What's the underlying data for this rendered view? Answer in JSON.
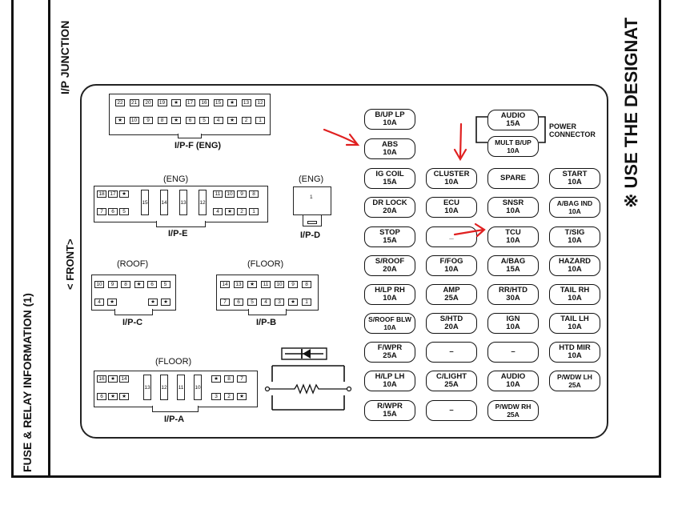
{
  "side_titles": {
    "fuse_relay_info": "FUSE & RELAY INFORMATION (1)",
    "ip_junction": "I/P JUNCTION",
    "front": "< FRONT>",
    "designation": "※ USE THE DESIGNAT"
  },
  "connectors": {
    "ipf": {
      "name": "I/P-F (ENG)",
      "row1": [
        "22",
        "21",
        "20",
        "19",
        "★",
        "17",
        "16",
        "15",
        "★",
        "13",
        "12"
      ],
      "row2": [
        "★",
        "10",
        "9",
        "8",
        "★",
        "6",
        "5",
        "4",
        "★",
        "2",
        "1"
      ]
    },
    "ipe": {
      "label": "(ENG)",
      "name": "I/P-E",
      "tl": [
        "18",
        "17",
        "★"
      ],
      "bl": [
        "7",
        "6",
        "5"
      ],
      "tall": [
        "15",
        "14",
        "13",
        "12"
      ],
      "tr": [
        "11",
        "10",
        "9",
        "8"
      ],
      "br": [
        "4",
        "★",
        "2",
        "1"
      ]
    },
    "ipd": {
      "label": "(ENG)",
      "name": "I/P-D",
      "pin": "1"
    },
    "ipc": {
      "label": "(ROOF)",
      "name": "I/P-C",
      "row1": [
        "10",
        "9",
        "8",
        "★",
        "6",
        "5"
      ],
      "row2l": [
        "4",
        "★"
      ],
      "row2r": [
        "★",
        "★"
      ]
    },
    "ipb": {
      "label": "(FLOOR)",
      "name": "I/P-B",
      "row1": [
        "14",
        "13",
        "★",
        "11",
        "10",
        "9",
        "8"
      ],
      "row2": [
        "7",
        "6",
        "5",
        "4",
        "3",
        "★",
        "1"
      ]
    },
    "ipa": {
      "label": "(FLOOR)",
      "name": "I/P-A",
      "tl": [
        "16",
        "★",
        "14"
      ],
      "bl": [
        "6",
        "★",
        "★"
      ],
      "tall": [
        "13",
        "12",
        "11",
        "10"
      ],
      "tr": [
        "★",
        "8",
        "7"
      ],
      "br": [
        "3",
        "2",
        "★"
      ]
    }
  },
  "fuses": [
    {
      "id": "bup",
      "l1": "B/UP LP",
      "l2": "10A"
    },
    {
      "id": "abs",
      "l1": "ABS",
      "l2": "10A"
    },
    {
      "id": "audio",
      "l1": "AUDIO",
      "l2": "15A"
    },
    {
      "id": "multbup",
      "l1": "MULT B/UP",
      "l2": "10A"
    },
    {
      "id": "igcoil",
      "l1": "IG COIL",
      "l2": "15A"
    },
    {
      "id": "cluster",
      "l1": "CLUSTER",
      "l2": "10A"
    },
    {
      "id": "spare",
      "l1": "SPARE",
      "l2": ""
    },
    {
      "id": "start",
      "l1": "START",
      "l2": "10A"
    },
    {
      "id": "drlock",
      "l1": "DR LOCK",
      "l2": "20A"
    },
    {
      "id": "ecu",
      "l1": "ECU",
      "l2": "10A"
    },
    {
      "id": "snsr",
      "l1": "SNSR",
      "l2": "10A"
    },
    {
      "id": "abagind",
      "l1": "A/BAG IND",
      "l2": "10A"
    },
    {
      "id": "stop",
      "l1": "STOP",
      "l2": "15A"
    },
    {
      "id": "blank1",
      "l1": "_",
      "l2": ""
    },
    {
      "id": "tcu",
      "l1": "TCU",
      "l2": "10A"
    },
    {
      "id": "tsig",
      "l1": "T/SIG",
      "l2": "10A"
    },
    {
      "id": "sroof",
      "l1": "S/ROOF",
      "l2": "20A"
    },
    {
      "id": "ffog",
      "l1": "F/FOG",
      "l2": "10A"
    },
    {
      "id": "abag",
      "l1": "A/BAG",
      "l2": "15A"
    },
    {
      "id": "hazard",
      "l1": "HAZARD",
      "l2": "10A"
    },
    {
      "id": "hlprh",
      "l1": "H/LP RH",
      "l2": "10A"
    },
    {
      "id": "amp",
      "l1": "AMP",
      "l2": "25A"
    },
    {
      "id": "rrhtd",
      "l1": "RR/HTD",
      "l2": "30A"
    },
    {
      "id": "tailrh",
      "l1": "TAIL RH",
      "l2": "10A"
    },
    {
      "id": "sroofblw",
      "l1": "S/ROOF BLW",
      "l2": "10A"
    },
    {
      "id": "shtd",
      "l1": "S/HTD",
      "l2": "20A"
    },
    {
      "id": "ign",
      "l1": "IGN",
      "l2": "10A"
    },
    {
      "id": "taillh",
      "l1": "TAIL LH",
      "l2": "10A"
    },
    {
      "id": "fwpr",
      "l1": "F/WPR",
      "l2": "25A"
    },
    {
      "id": "blank2",
      "l1": "–",
      "l2": ""
    },
    {
      "id": "blank3",
      "l1": "–",
      "l2": ""
    },
    {
      "id": "htdmir",
      "l1": "HTD MIR",
      "l2": "10A"
    },
    {
      "id": "hlplh",
      "l1": "H/LP LH",
      "l2": "10A"
    },
    {
      "id": "clight",
      "l1": "C/LIGHT",
      "l2": "25A"
    },
    {
      "id": "audio2",
      "l1": "AUDIO",
      "l2": "10A"
    },
    {
      "id": "pwdwlh",
      "l1": "P/WDW LH",
      "l2": "25A"
    },
    {
      "id": "rwpr",
      "l1": "R/WPR",
      "l2": "15A"
    },
    {
      "id": "blank4",
      "l1": "–",
      "l2": ""
    },
    {
      "id": "pwdwrh",
      "l1": "P/WDW RH",
      "l2": "25A"
    }
  ],
  "power_connector": {
    "l1": "POWER",
    "l2": "CONNECTOR"
  },
  "colors": {
    "annotation": "#e02020",
    "ink": "#111111"
  }
}
